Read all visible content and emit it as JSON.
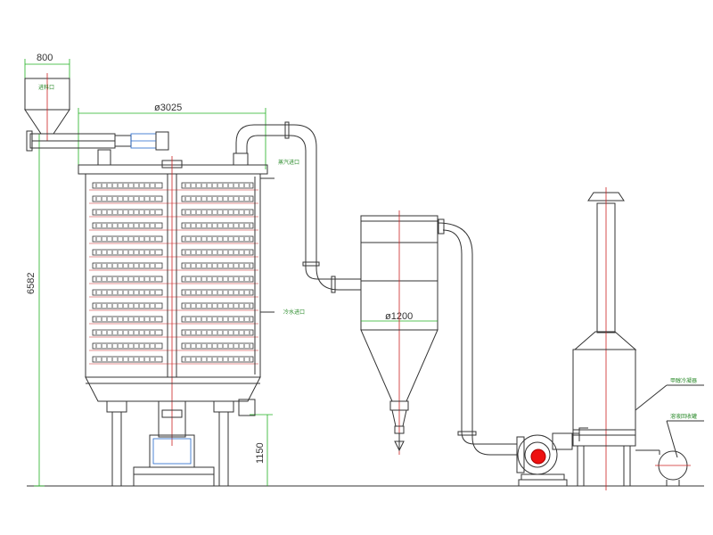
{
  "dimensions": {
    "hopper_width": "800",
    "dryer_diameter": "ø3025",
    "overall_height": "6582",
    "base_height": "1150",
    "cyclone_diameter": "ø1200"
  },
  "labels": {
    "feed_inlet": "进料口",
    "steam_inlet": "蒸汽进口",
    "cooling_water_inlet": "冷水进口",
    "cooler": "甲醇冷凝器",
    "recovery_tank": "溶液回收罐"
  },
  "colors": {
    "dimension_line": "#22b022",
    "outline": "#333333",
    "centerline": "#cc2222",
    "motor": "#2266cc",
    "fan_motor": "#ee1111"
  }
}
